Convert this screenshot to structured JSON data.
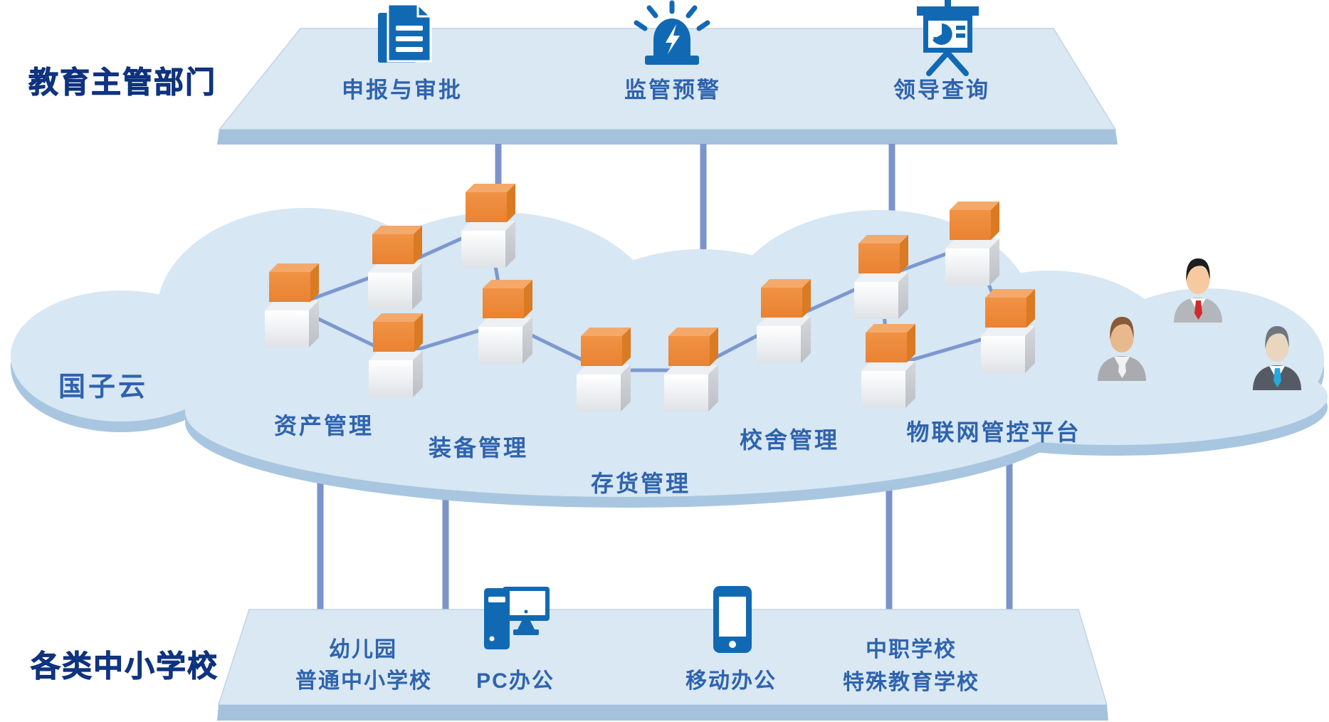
{
  "diagram_type": "cloud-architecture-diagram",
  "top_platform": {
    "side_title": "教育主管部门",
    "items": [
      {
        "icon": "documents-icon",
        "label": "申报与审批"
      },
      {
        "icon": "alarm-beacon-icon",
        "label": "监管预警"
      },
      {
        "icon": "presentation-board-icon",
        "label": "领导查询"
      }
    ]
  },
  "cloud": {
    "name": "国子云",
    "modules": [
      {
        "label": "资产管理"
      },
      {
        "label": "装备管理"
      },
      {
        "label": "存货管理"
      },
      {
        "label": "校舍管理"
      },
      {
        "label": "物联网管控平台"
      }
    ],
    "people_icons": [
      "office-worker-icon",
      "manager-red-tie-icon",
      "executive-blue-tie-icon"
    ],
    "server_node_count": 12
  },
  "bottom_platform": {
    "side_title": "各类中小学校",
    "items": [
      {
        "label_lines": [
          "幼儿园",
          "普通中小学校"
        ]
      },
      {
        "icon": "desktop-pc-icon",
        "label": "PC办公"
      },
      {
        "icon": "mobile-phone-icon",
        "label": "移动办公"
      },
      {
        "label_lines": [
          "中职学校",
          "特殊教育学校"
        ]
      }
    ]
  },
  "colors": {
    "platform_face": "#d9e8f3",
    "platform_side": "#a4c2dc",
    "cloud_body": "#d7e7f3",
    "cloud_rim": "#a8c6df",
    "connector_blue": "#7b94ca",
    "label_blue": "#2f63ae",
    "title_navy": "#12419b",
    "icon_blue": "#1269b3",
    "box_orange_front": "#ee8c3c",
    "box_orange_top": "#f4a96b",
    "box_orange_side": "#da7a22",
    "box_white_side": "#c6c9ce"
  }
}
